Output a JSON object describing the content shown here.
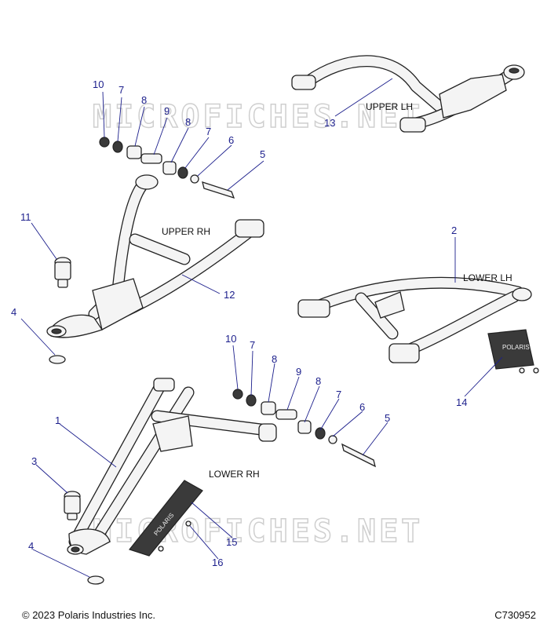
{
  "watermark": "MICROFICHES.NET",
  "footer": {
    "copyright": "© 2023 Polaris Industries Inc.",
    "diagram_code": "C730952"
  },
  "labels": {
    "upper_lh": "UPPER LH",
    "upper_rh": "UPPER RH",
    "lower_lh": "LOWER LH",
    "lower_rh": "LOWER RH"
  },
  "brand_plate": "POLARIS",
  "callouts": {
    "c10a": "10",
    "c7a": "7",
    "c8a": "8",
    "c9a": "9",
    "c8b": "8",
    "c7b": "7",
    "c6a": "6",
    "c5a": "5",
    "c13": "13",
    "c11": "11",
    "c12": "12",
    "c4a": "4",
    "c2": "2",
    "c14": "14",
    "c10b": "10",
    "c7c": "7",
    "c8c": "8",
    "c9b": "9",
    "c8d": "8",
    "c7d": "7",
    "c6b": "6",
    "c5b": "5",
    "c1": "1",
    "c3": "3",
    "c4b": "4",
    "c15": "15",
    "c16": "16"
  }
}
